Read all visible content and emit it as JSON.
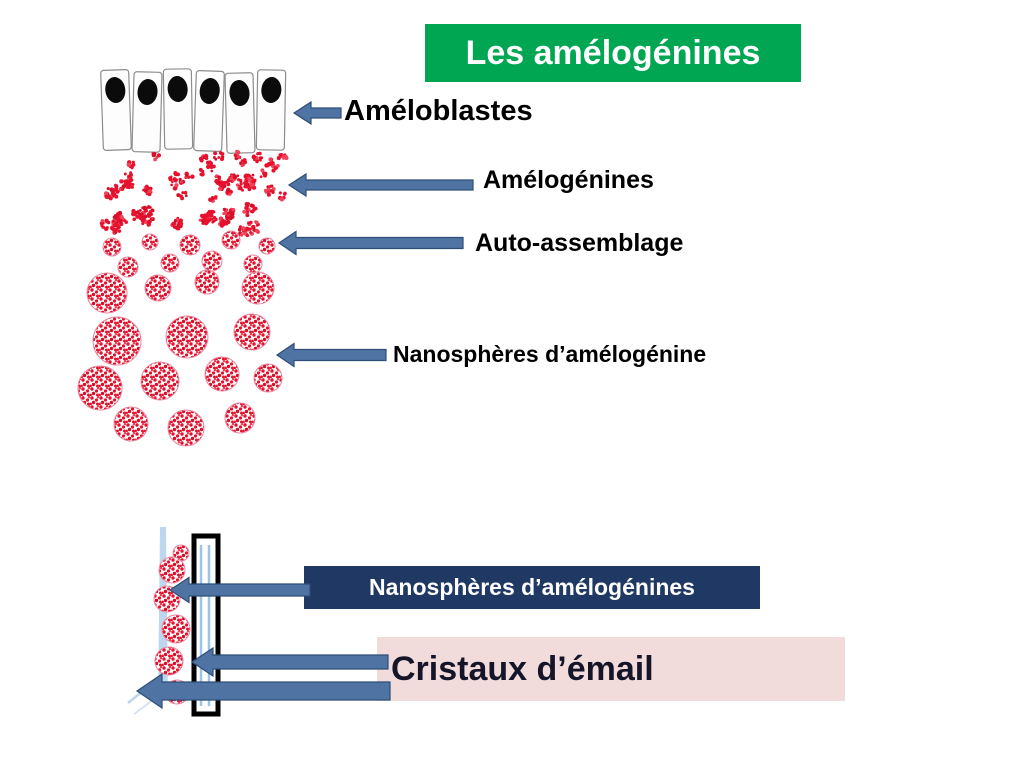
{
  "slide": {
    "title": "Les amélogénines",
    "labels": {
      "ameloblastes": "Améloblastes",
      "amelogenines": "Amélogénines",
      "auto_assemblage": "Auto-assemblage",
      "nanospheres_singular": "Nanosphères d’amélogénine",
      "nanospheres_plural": "Nanosphères d’amélogénines",
      "cristaux": "Cristaux d’émail"
    }
  },
  "colors": {
    "title_bg": "#00a651",
    "title_fg": "#ffffff",
    "navy_box_bg": "#1f3864",
    "navy_box_fg": "#ffffff",
    "pink_box_bg": "#f2dcdb",
    "arrow_fill": "#4f74a3",
    "arrow_stroke": "#2e4d77",
    "label_fg": "#000000",
    "sphere_red": "#e8112d",
    "crystal_blue": "#9dc3e6"
  }
}
